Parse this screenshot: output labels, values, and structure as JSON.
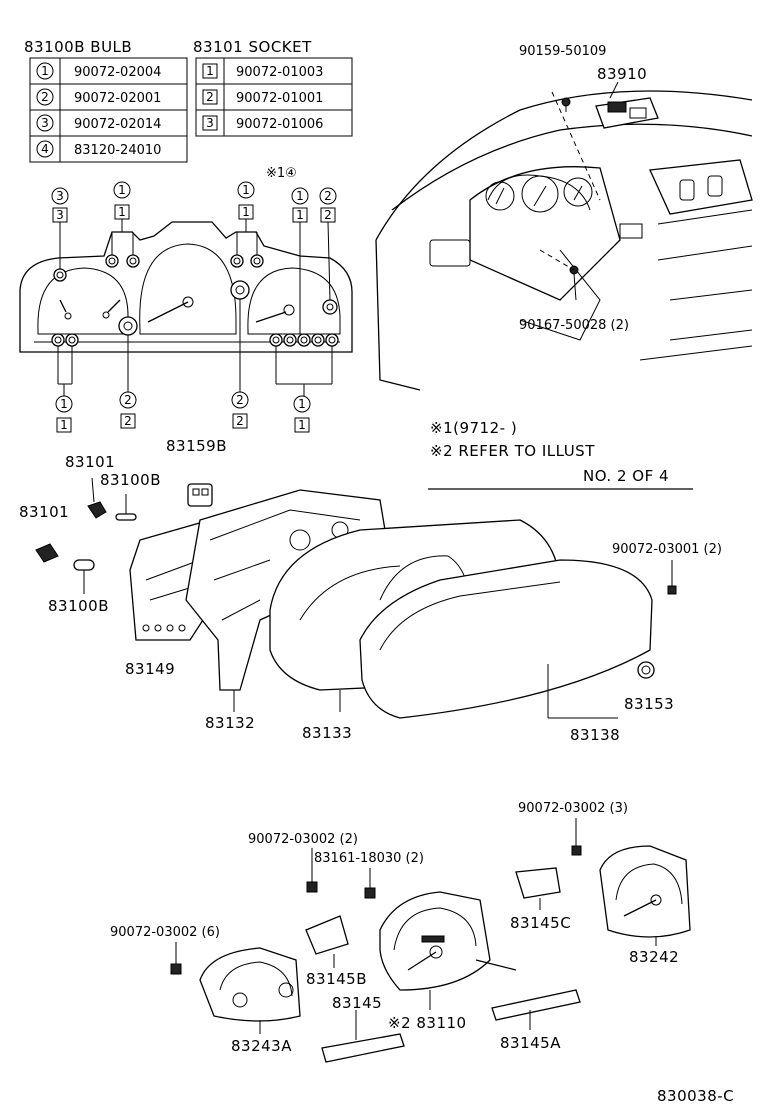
{
  "bulb_table": {
    "header": "83100B BULB",
    "rows": [
      {
        "key": "1",
        "part": "90072-02004"
      },
      {
        "key": "2",
        "part": "90072-02001"
      },
      {
        "key": "3",
        "part": "90072-02014"
      },
      {
        "key": "4",
        "part": "83120-24010"
      }
    ]
  },
  "socket_table": {
    "header": "83101 SOCKET",
    "rows": [
      {
        "key": "1",
        "part": "90072-01003"
      },
      {
        "key": "2",
        "part": "90072-01001"
      },
      {
        "key": "3",
        "part": "90072-01006"
      }
    ]
  },
  "notes": {
    "note1": "※1(9712-     )",
    "note2": "※2 REFER TO ILLUST",
    "note3": "NO. 2  OF  4",
    "mark14": "※1④"
  },
  "markers": {
    "c1": "1",
    "c2": "2",
    "c3": "3",
    "s1": "1",
    "s2": "2",
    "s3": "3"
  },
  "labels": {
    "p90159": "90159-50109",
    "p83910": "83910",
    "p90167": "90167-50028 (2)",
    "p83159b": "83159B",
    "p83101a": "83101",
    "p83100b_a": "83100B",
    "p83101b": "83101",
    "p83100b_b": "83100B",
    "p83149": "83149",
    "p83132": "83132",
    "p83133": "83133",
    "p83138": "83138",
    "p83153": "83153",
    "p90072_03001": "90072-03001 (2)",
    "p90072_03002_3": "90072-03002 (3)",
    "p90072_03002_2": "90072-03002 (2)",
    "p83161": "83161-18030 (2)",
    "p90072_03002_6": "90072-03002 (6)",
    "p83145c": "83145C",
    "p83242": "83242",
    "p83145b": "83145B",
    "p83145": "83145",
    "p83110": "※2 83110",
    "p83243a": "83243A",
    "p83145a": "83145A",
    "diagram_code": "830038-C"
  }
}
